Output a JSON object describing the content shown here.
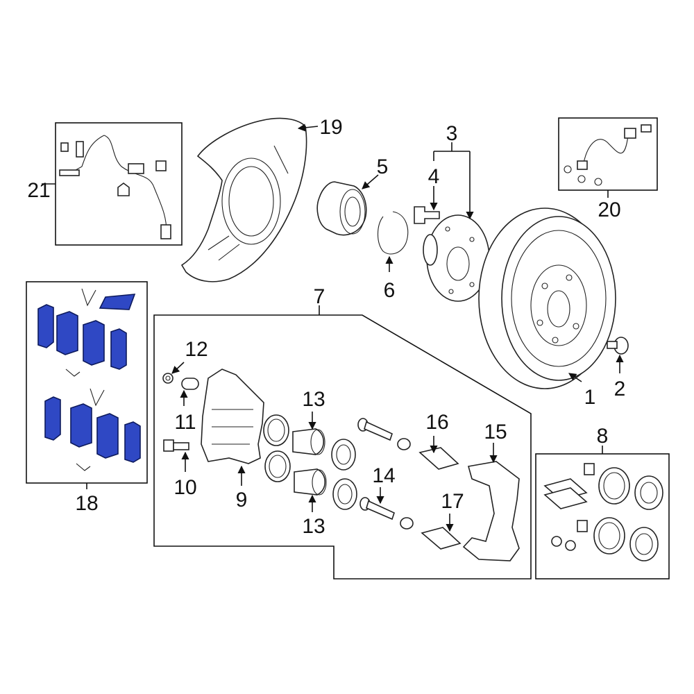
{
  "colors": {
    "highlight": "#2f48c4",
    "line": "#111111",
    "background": "#ffffff"
  },
  "callouts": {
    "c1": "1",
    "c2": "2",
    "c3": "3",
    "c4": "4",
    "c5": "5",
    "c6": "6",
    "c7": "7",
    "c8": "8",
    "c9": "9",
    "c10": "10",
    "c11": "11",
    "c12": "12",
    "c13a": "13",
    "c13b": "13",
    "c14": "14",
    "c15": "15",
    "c16": "16",
    "c17": "17",
    "c18": "18",
    "c19": "19",
    "c20": "20",
    "c21": "21"
  }
}
